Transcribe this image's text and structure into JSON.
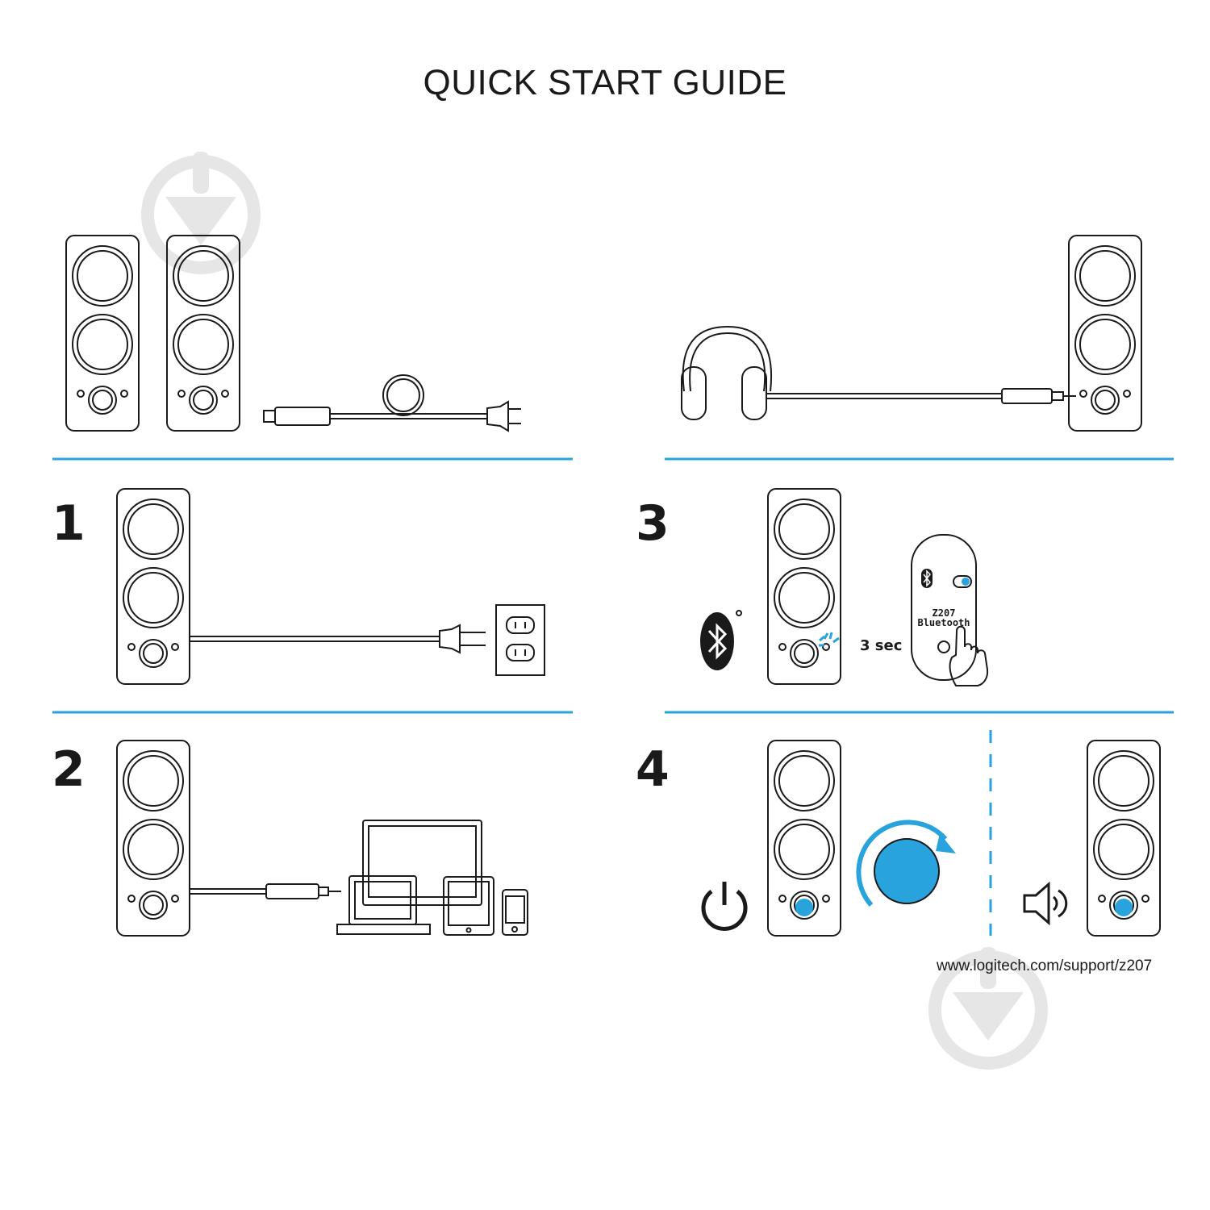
{
  "title": "QUICK START GUIDE",
  "steps": {
    "s1": "1",
    "s2": "2",
    "s3": "3",
    "s4": "4"
  },
  "step3": {
    "hold_time": "3 sec",
    "device_name_line1": "Z207",
    "device_name_line2": "Bluetooth"
  },
  "support_url": "www.logitech.com/support/z207",
  "colors": {
    "accent": "#29a3dc",
    "line": "#1a1a1a",
    "watermark": "#e6e6e6"
  },
  "icons": [
    "speaker-pair-icon",
    "power-cable-icon",
    "headphones-icon",
    "wall-outlet-icon",
    "laptop-icon",
    "tablet-icon",
    "smartphone-icon",
    "bluetooth-icon",
    "hand-tap-icon",
    "power-icon",
    "volume-icon",
    "rotate-arrow-icon",
    "download-watermark-icon"
  ]
}
